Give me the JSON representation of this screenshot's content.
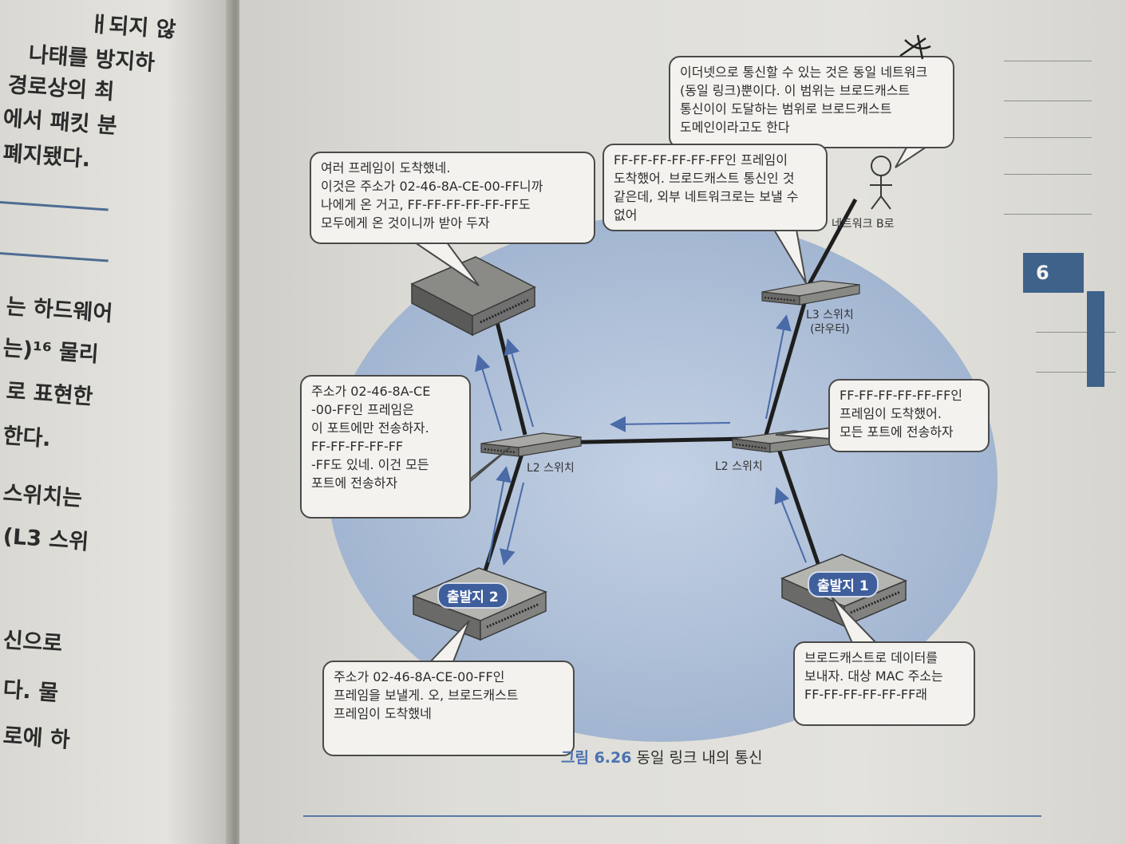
{
  "left_page": {
    "lines": [
      "ㅐ되지 않",
      "나태를 방지하",
      "경로상의 최",
      "에서 패킷 분",
      "폐지됐다.",
      "는 하드웨어",
      "는)¹⁶ 물리",
      "로 표현한",
      "한다.",
      "스위치는",
      "(L3 스위",
      "신으로",
      "다. 물",
      "로에 하"
    ]
  },
  "chapter_tab": "6",
  "diagram": {
    "bubbles": {
      "top_right": "이더넷으로 통신할 수 있는 것은 동일 네트워크\n(동일 링크)뿐이다. 이 범위는 브로드캐스트\n통신이이 도달하는 범위로 브로드캐스트\n도메인이라고도 한다",
      "top_left": "여러 프레임이 도착했네.\n이것은 주소가 02-46-8A-CE-00-FF니까\n나에게 온 거고, FF-FF-FF-FF-FF-FF도\n모두에게 온 것이니까 받아 두자",
      "router": "FF-FF-FF-FF-FF-FF인 프레임이\n도착했어. 브로드캐스트 통신인 것\n같은데, 외부 네트워크로는 보낼 수\n없어",
      "left_switch": "주소가 02-46-8A-CE\n-00-FF인 프레임은\n이 포트에만 전송하자.\nFF-FF-FF-FF-FF\n-FF도 있네. 이건 모든\n포트에 전송하자",
      "right_switch": "FF-FF-FF-FF-FF-FF인\n프레임이 도착했어.\n모든 포트에 전송하자",
      "source2": "주소가 02-46-8A-CE-00-FF인\n프레임을 보낼게. 오, 브로드캐스트\n프레임이 도착했네",
      "source1": "브로드캐스트로 데이터를\n보내자. 대상 MAC 주소는\nFF-FF-FF-FF-FF-FF래"
    },
    "labels": {
      "network_b": "네트워크 B로",
      "l3_switch": "L3 스위치\n(라우터)",
      "l2_switch_left": "L2 스위치",
      "l2_switch_right": "L2 스위치",
      "source2": "출발지 2",
      "source1": "출발지 1"
    },
    "caption": {
      "number": "그림 6.26",
      "text": "동일 링크 내의 통신"
    },
    "colors": {
      "domain": "#9fb3cf",
      "arrow": "#4a6aa8",
      "link": "#1e1e1e",
      "badge": "#3f5f9c"
    }
  }
}
